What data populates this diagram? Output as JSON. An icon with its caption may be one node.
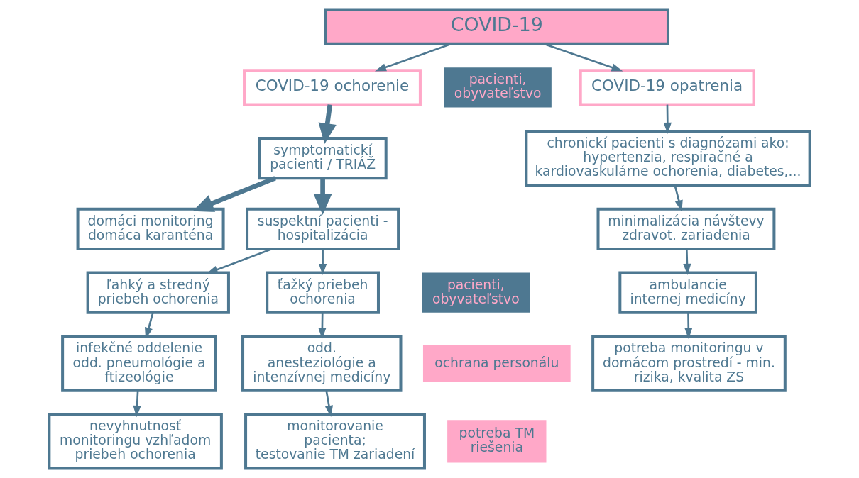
{
  "diagram": {
    "nodes": [
      {
        "text": [
          "COVID-19"
        ]
      },
      {
        "text": [
          "COVID-19 ochorenie"
        ]
      },
      {
        "text": [
          "COVID-19 opatrenia"
        ]
      },
      {
        "text": [
          "pacienti, obyvateľstvo"
        ]
      },
      {
        "text": [
          "symptomatickí pacienti / TRIÁŽ"
        ]
      },
      {
        "text": [
          "suspektní pacienti - hospitalizácia"
        ]
      },
      {
        "text": [
          "domáci monitoring domáca karanténa"
        ]
      },
      {
        "text": [
          "chronickí pacienti s diagnózami ako: hypertenzia, respiračné a kardiovaskulárne ochorenia, diabetes,..."
        ]
      },
      {
        "text": [
          "ľahký a stredný priebeh ochorenia"
        ]
      },
      {
        "text": [
          "ťažký priebeh ochorenia"
        ]
      },
      {
        "text": [
          "pacienti, obyvateľstvo"
        ]
      },
      {
        "text": [
          "minimalizácia návštevy zdravot. zariadenia"
        ]
      },
      {
        "text": [
          "infekčné oddelenie odd. pneumológie a ftizeológie"
        ]
      },
      {
        "text": [
          "odd. anesteziológie a intenzívnej medicíny"
        ]
      },
      {
        "text": [
          "ochrana personálu"
        ]
      },
      {
        "text": [
          "ambulancie internej medicíny"
        ]
      },
      {
        "text": [
          "nevyhnutnosť monitoringu vzhľadom priebeh ochorenia"
        ]
      },
      {
        "text": [
          "monitorovanie pacienta; testovanie TM zariadení"
        ]
      },
      {
        "text": [
          "potreba TM riešenia"
        ]
      },
      {
        "text": [
          "potreba monitoringu v domácom prostredí - min. rizika, kvalita ZS"
        ]
      }
    ],
    "edges": [
      {
        "from": 0,
        "to": 1,
        "arrow": "to"
      },
      {
        "from": 0,
        "to": 2,
        "arrow": "to"
      },
      {
        "from": 1,
        "to": 4,
        "arrow": "to",
        "style": "thick"
      },
      {
        "from": 4,
        "to": 5,
        "arrow": "to",
        "style": "thick"
      },
      {
        "from": 4,
        "to": 6,
        "arrow": "to",
        "style": "thick"
      },
      {
        "from": 5,
        "to": 8,
        "arrow": "to"
      },
      {
        "from": 5,
        "to": 9,
        "arrow": "to"
      },
      {
        "from": 8,
        "to": 12,
        "arrow": "to"
      },
      {
        "from": 9,
        "to": 13,
        "arrow": "to"
      },
      {
        "from": 12,
        "to": 16,
        "arrow": "to"
      },
      {
        "from": 13,
        "to": 17,
        "arrow": "to"
      },
      {
        "from": 2,
        "to": 7,
        "arrow": "to"
      },
      {
        "from": 7,
        "to": 11,
        "arrow": "to"
      },
      {
        "from": 11,
        "to": 15,
        "arrow": "to"
      },
      {
        "from": 15,
        "to": 19,
        "arrow": "to"
      }
    ]
  }
}
